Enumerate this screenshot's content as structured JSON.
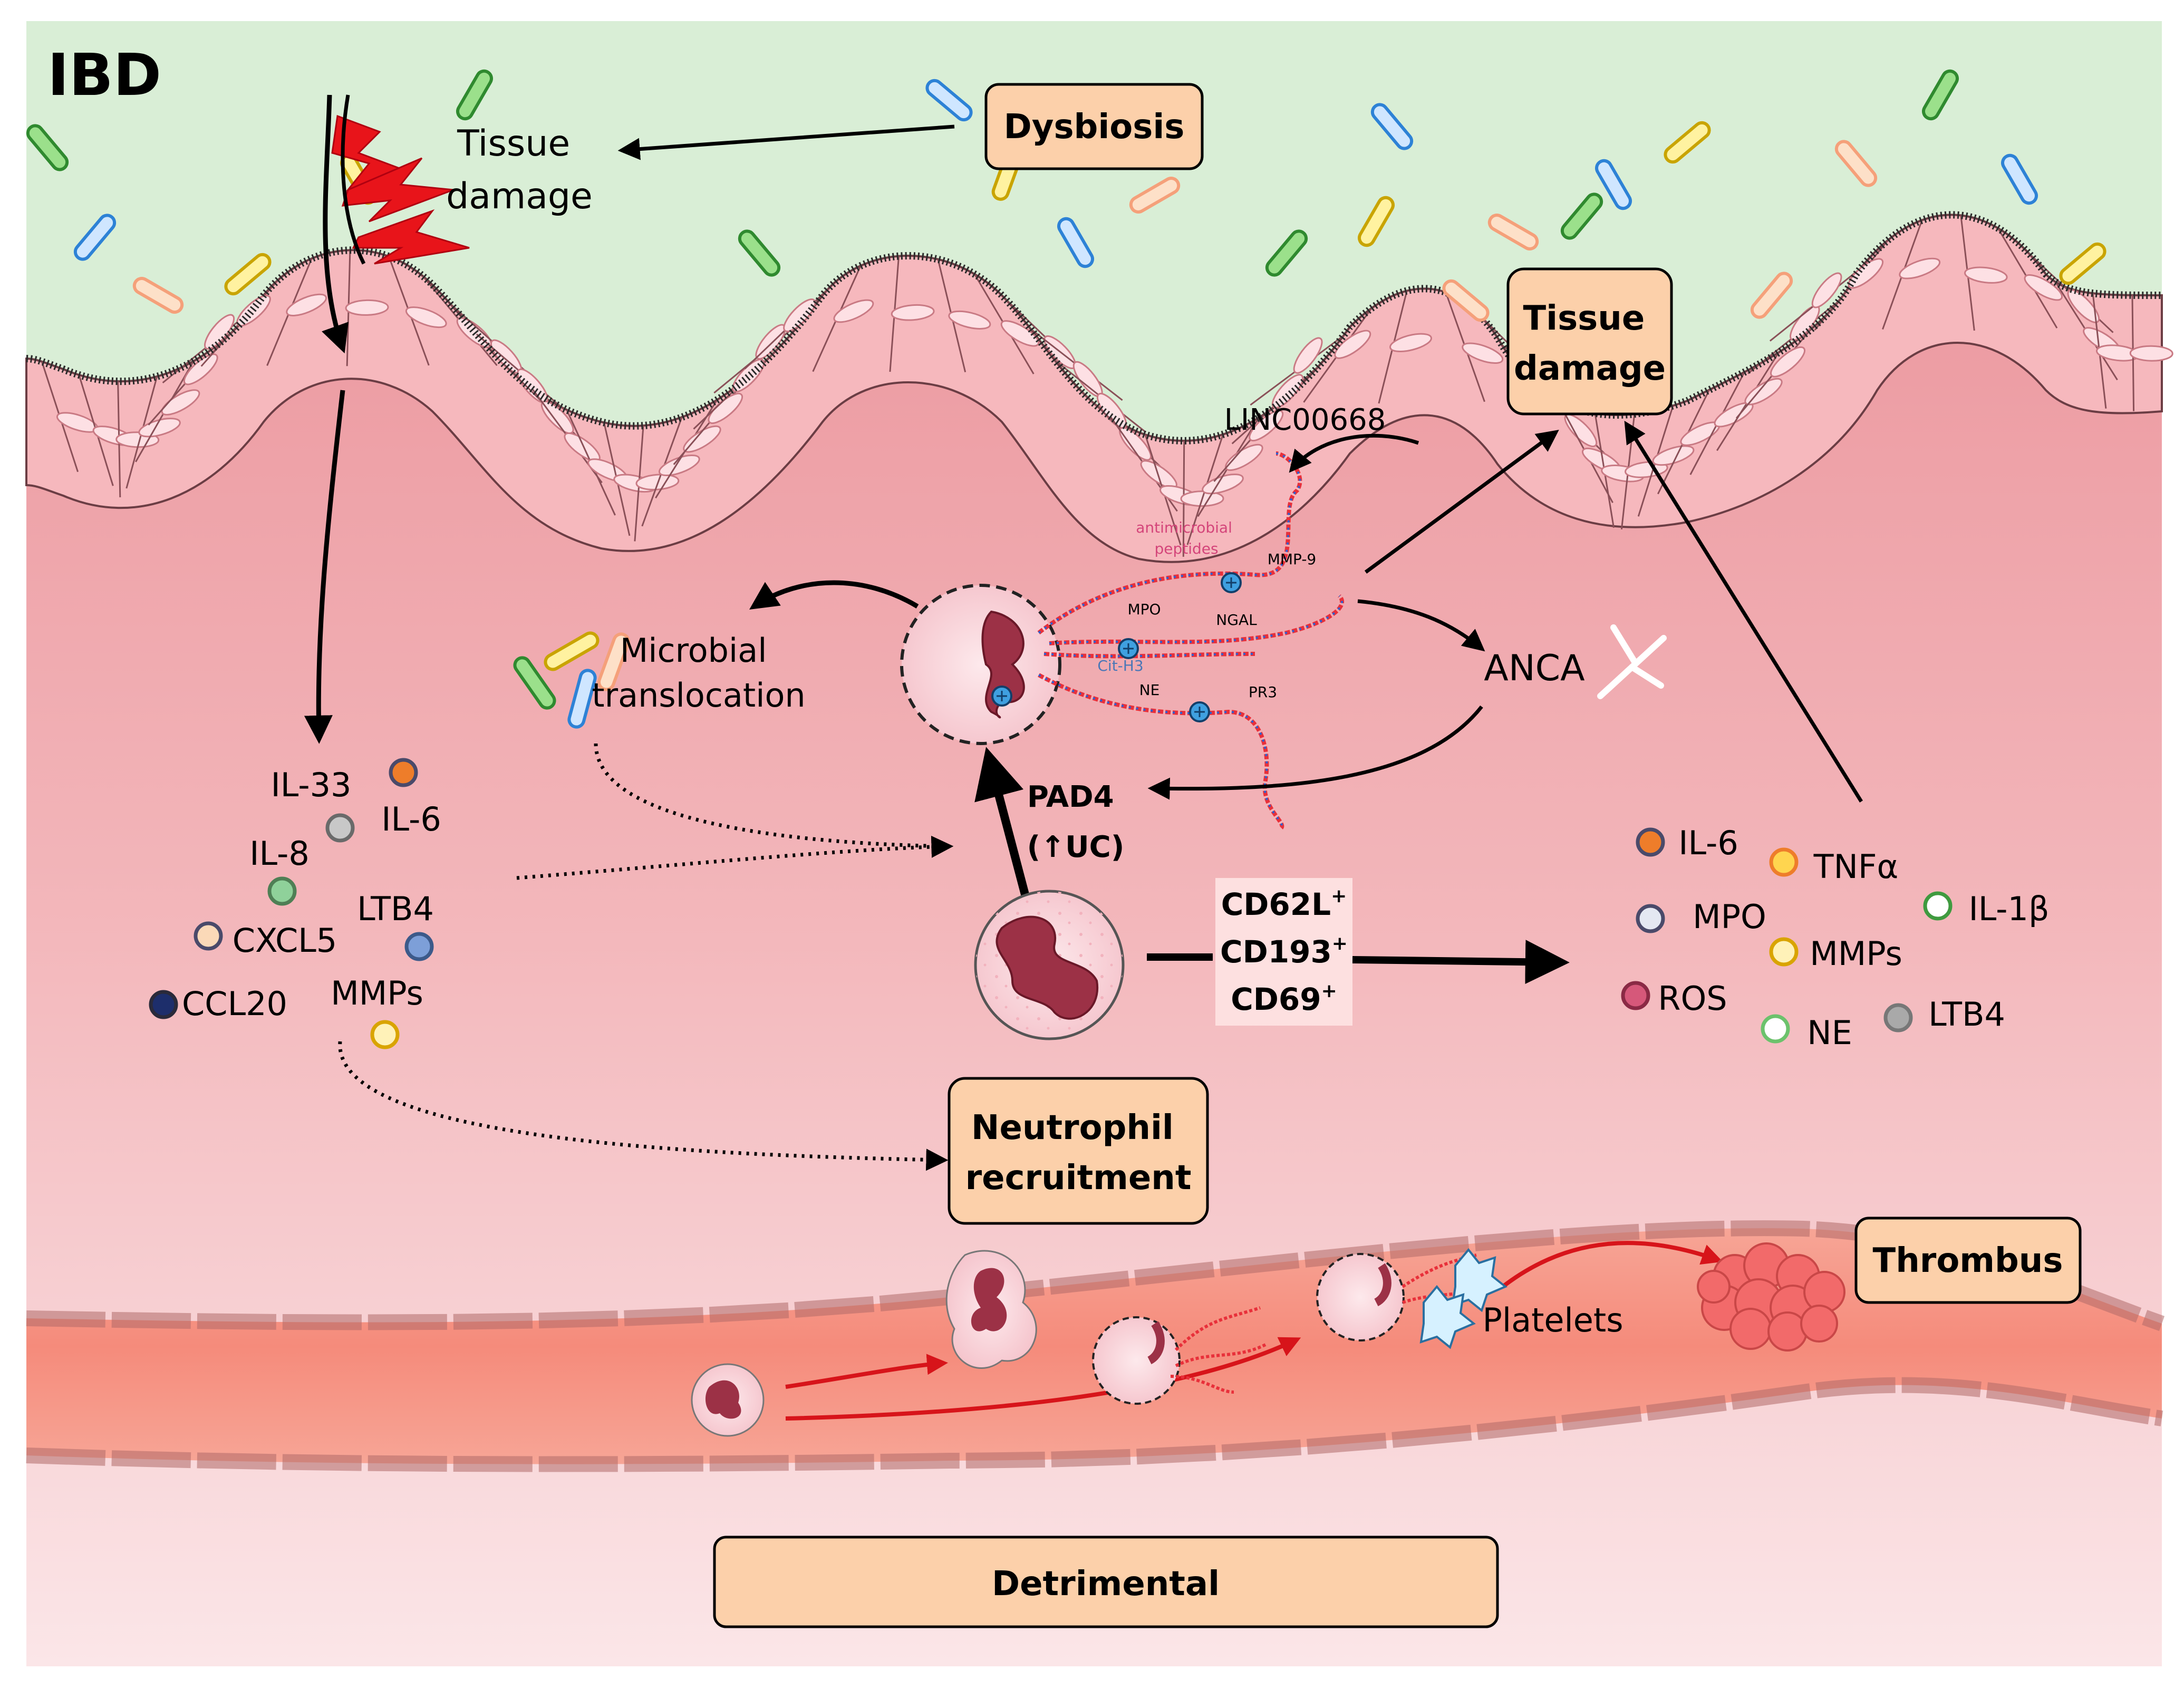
{
  "title": "IBD",
  "boxes": {
    "dysbiosis": "Dysbiosis",
    "tissue_damage": [
      "Tissue",
      "damage"
    ],
    "neutrophil_recruitment": [
      "Neutrophil",
      "recruitment"
    ],
    "thrombus": "Thrombus",
    "detrimental": "Detrimental"
  },
  "labels": {
    "tissue_damage_top": [
      "Tissue",
      "damage"
    ],
    "microbial_translocation": [
      "Microbial",
      "translocation"
    ],
    "linc": "LINC00668",
    "anca": "ANCA",
    "pad4": [
      "PAD4",
      "(↑UC)"
    ],
    "platelets": "Platelets",
    "net_components": {
      "amp": [
        "antimicrobial",
        "peptides"
      ],
      "mmp9": "MMP-9",
      "mpo": "MPO",
      "ngal": "NGAL",
      "cith3": "Cit-H3",
      "ne": "NE",
      "pr3": "PR3"
    },
    "markers": [
      {
        "base": "CD62L",
        "sup": "+"
      },
      {
        "base": "CD193",
        "sup": "+"
      },
      {
        "base": "CD69",
        "sup": "+"
      }
    ]
  },
  "left_mediators": [
    {
      "label": "IL-33",
      "dot": "#c8c8c8",
      "ring": "#6a6a6a"
    },
    {
      "label": "IL-6",
      "dot": "#ee7d2a",
      "ring": "#4a4a6a"
    },
    {
      "label": "IL-8",
      "dot": "#8fd19a",
      "ring": "#4f7f55"
    },
    {
      "label": "CXCL5",
      "dot": "#fbd9b8",
      "ring": "#4a4a6a"
    },
    {
      "label": "LTB4",
      "dot": "#7d9fd8",
      "ring": "#3c5a8a"
    },
    {
      "label": "CCL20",
      "dot": "#1d2e6b",
      "ring": "#2a2a3a"
    },
    {
      "label": "MMPs",
      "dot": "#fff2b8",
      "ring": "#d9a400"
    }
  ],
  "right_mediators": [
    {
      "label": "IL-6",
      "dot": "#ee7d2a",
      "ring": "#4a4a6a"
    },
    {
      "label": "TNFα",
      "dot": "#ffd54f",
      "ring": "#ee7d2a"
    },
    {
      "label": "IL-1β",
      "dot": "#ffffff",
      "ring": "#3f9a3f"
    },
    {
      "label": "MPO",
      "dot": "#e4e8f2",
      "ring": "#4a4a6a"
    },
    {
      "label": "MMPs",
      "dot": "#fff2b8",
      "ring": "#d9a400"
    },
    {
      "label": "ROS",
      "dot": "#d6587a",
      "ring": "#8a2a45"
    },
    {
      "label": "NE",
      "dot": "#ffffff",
      "ring": "#6cc26c"
    },
    {
      "label": "LTB4",
      "dot": "#a9a9a9",
      "ring": "#777777"
    }
  ],
  "colors": {
    "lumen": "#d9eed6",
    "tissue": "#eea3a9",
    "epithelium": "#f6b8bd",
    "box_fill": "#fcd0aa",
    "vessel": "#f69686",
    "net_red": "#e8303a",
    "net_blue": "#2f5fd0",
    "arrow": "#000000",
    "flow_arrow": "#d7141a"
  }
}
